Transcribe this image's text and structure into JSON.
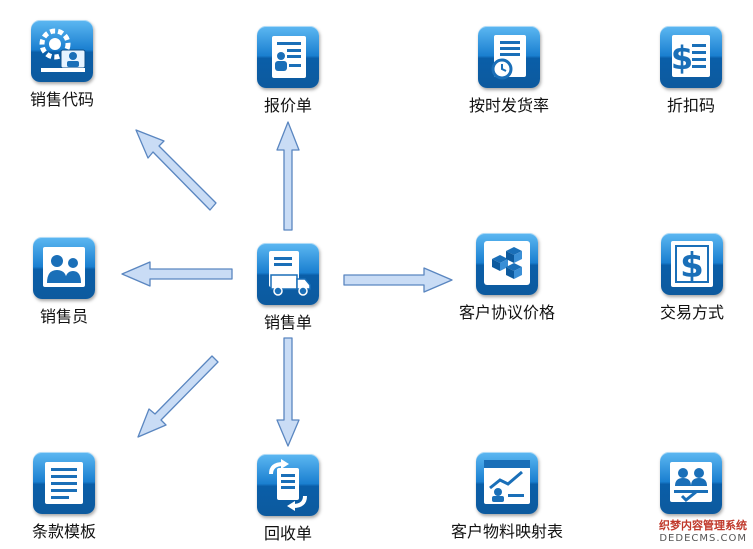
{
  "nodes": {
    "sales_code": "销售代码",
    "quotation": "报价单",
    "on_time_rate": "按时发货率",
    "discount_code": "折扣码",
    "salesperson": "销售员",
    "sales_order": "销售单",
    "customer_price": "客户协议价格",
    "payment_method": "交易方式",
    "terms_template": "条款模板",
    "return_order": "回收单",
    "customer_mapping": "客户物料映射表",
    "last_item": "..."
  },
  "watermark": {
    "line1": "织梦内容管理系统",
    "line2": "DEDECMS.COM"
  },
  "icons": {
    "sales_code": "gear-person-icon",
    "quotation": "document-person-icon",
    "on_time_rate": "document-clock-icon",
    "discount_code": "dollar-document-icon",
    "salesperson": "people-icon",
    "sales_order": "truck-document-icon",
    "customer_price": "boxes-icon",
    "payment_method": "dollar-icon",
    "terms_template": "list-document-icon",
    "return_order": "recycle-document-icon",
    "customer_mapping": "chart-person-icon",
    "last_item": "people-check-icon"
  },
  "colors": {
    "tile_top": "#5db8f2",
    "tile_bottom": "#0d5a9e",
    "arrow_fill": "#c9dcf5",
    "arrow_stroke": "#5a86c0"
  }
}
